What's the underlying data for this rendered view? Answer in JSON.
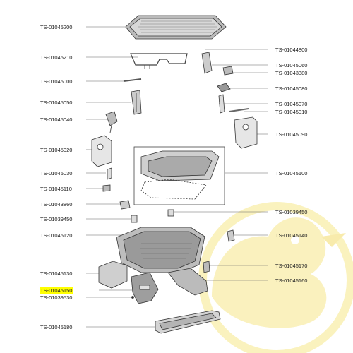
{
  "left_labels": [
    {
      "id": "l1",
      "text": "TS-01045200"
    },
    {
      "id": "l2",
      "text": "TS-01045210"
    },
    {
      "id": "l3",
      "text": "TS-01045000"
    },
    {
      "id": "l4",
      "text": "TS-01045050"
    },
    {
      "id": "l5",
      "text": "TS-01045040"
    },
    {
      "id": "l6",
      "text": "TS-01045020"
    },
    {
      "id": "l7",
      "text": "TS-01045030"
    },
    {
      "id": "l8",
      "text": "TS-01045110"
    },
    {
      "id": "l9",
      "text": "TS-01043860"
    },
    {
      "id": "l10",
      "text": "TS-01039450"
    },
    {
      "id": "l11",
      "text": "TS-01045120"
    },
    {
      "id": "l12",
      "text": "TS-01045130"
    },
    {
      "id": "l13",
      "text": "TS-01045150",
      "highlight": true
    },
    {
      "id": "l14",
      "text": "TS-01039530"
    },
    {
      "id": "l15",
      "text": "TS-01045180"
    }
  ],
  "right_labels": [
    {
      "id": "r1",
      "text": "TS-01044800"
    },
    {
      "id": "r2",
      "text": "TS-01045060"
    },
    {
      "id": "r3",
      "text": "TS-01043380"
    },
    {
      "id": "r4",
      "text": "TS-01045080"
    },
    {
      "id": "r5",
      "text": "TS-01045070"
    },
    {
      "id": "r6",
      "text": "TS-01045010"
    },
    {
      "id": "r7",
      "text": "TS-01045090"
    },
    {
      "id": "r8",
      "text": "TS-01045100"
    },
    {
      "id": "r9",
      "text": "TS-01039450"
    },
    {
      "id": "r10",
      "text": "TS-01045140"
    },
    {
      "id": "r11",
      "text": "TS-01045170"
    },
    {
      "id": "r12",
      "text": "TS-01045160"
    }
  ],
  "colors": {
    "line": "#555555",
    "highlight": "#ffff00",
    "watermark": "#f4e27a"
  }
}
